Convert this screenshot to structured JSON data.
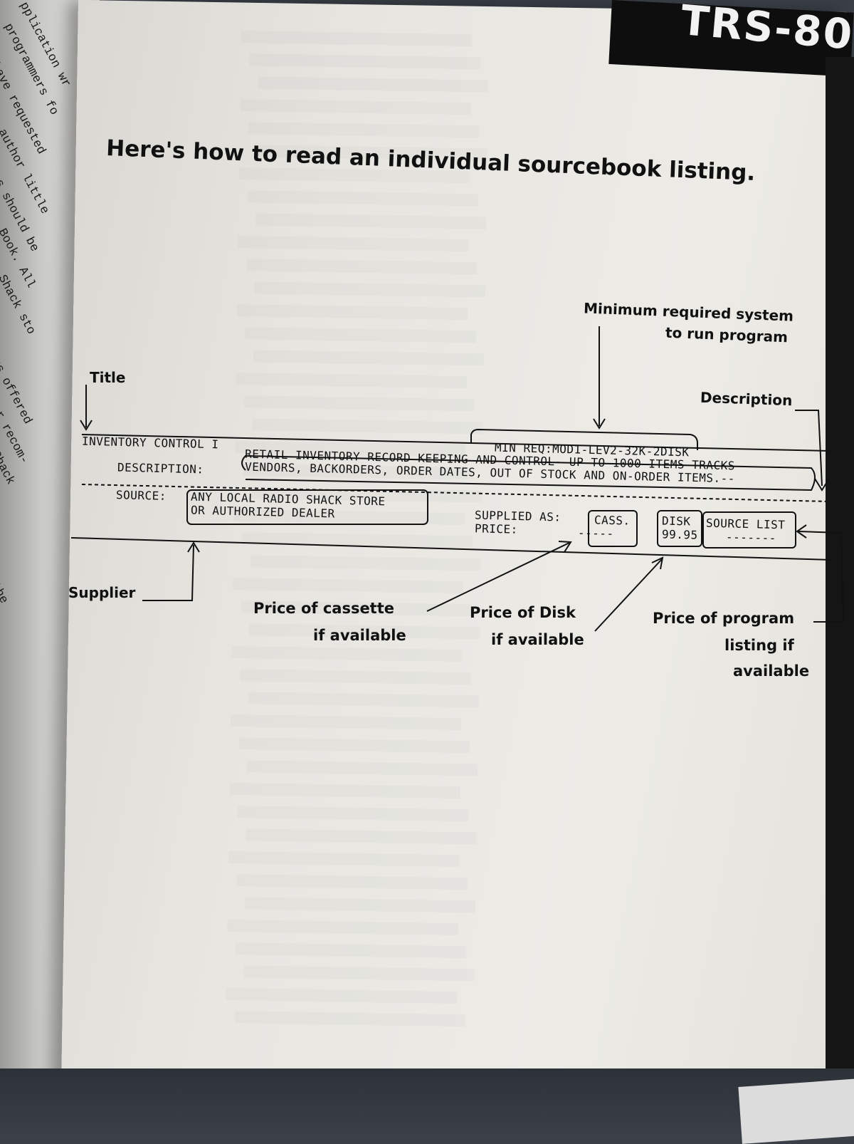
{
  "left_page": {
    "fragments": [
      "pplication wr",
      "programmers fo",
      "have requested ",
      "e author little",
      "ns should be",
      "e Book. All",
      "o Shack sto",
      "ms offered",
      "or recom-",
      "Shack",
      "e",
      "the"
    ]
  },
  "header": {
    "logo_text": "TRS-80"
  },
  "headline": "Here's how to read an individual sourcebook listing.",
  "callouts": {
    "title": "Title",
    "min_req_line1": "Minimum required system",
    "min_req_line2": "to run program",
    "description": "Description",
    "supplier": "Supplier",
    "cass_price_line1": "Price of cassette",
    "cass_price_line2": "if available",
    "disk_price_line1": "Price of Disk",
    "disk_price_line2": "if available",
    "listing_price_line1": "Price of program",
    "listing_price_line2": "listing if",
    "listing_price_line3": "available"
  },
  "listing": {
    "title": "INVENTORY CONTROL I",
    "min_req": "MIN REQ:MOD1-LEV2-32K-2DISK",
    "description_label": "DESCRIPTION:",
    "description_line1": "RETAIL INVENTORY RECORD KEEPING AND CONTROL- UP TO 1000 ITEMS TRACKS",
    "description_line2": "VENDORS, BACKORDERS, ORDER DATES, OUT OF STOCK AND ON-ORDER ITEMS.--",
    "source_label": "SOURCE:",
    "source_line1": "ANY LOCAL RADIO SHACK STORE",
    "source_line2": "OR AUTHORIZED DEALER",
    "supplied_as_label": "SUPPLIED AS:",
    "price_label": "PRICE:",
    "cass_label": "CASS.",
    "cass_price": "-----",
    "disk_label": "DISK",
    "disk_price": "99.95",
    "source_list_label": "SOURCE LIST",
    "source_list_price": "-------"
  },
  "colors": {
    "paper": "#e9e7e2",
    "ink": "#111111",
    "background": "#3a3f47"
  }
}
